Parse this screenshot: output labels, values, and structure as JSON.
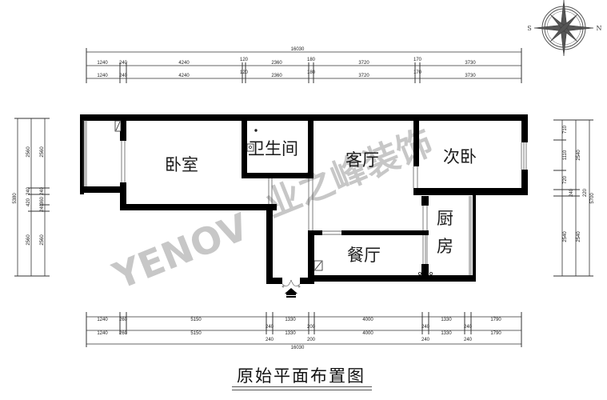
{
  "title": "原始平面布置图",
  "watermark": {
    "latin": "YENOV",
    "cjk": "业之峰装饰"
  },
  "compass": {
    "left_label": "S",
    "right_label": "N"
  },
  "rooms": {
    "master_bedroom": "卧室",
    "bathroom": "卫生间",
    "living_room": "客厅",
    "second_bedroom": "次卧",
    "kitchen": "厨房",
    "dining_room": "餐厅"
  },
  "dimensions": {
    "top": {
      "total": "16030",
      "row1": [
        "1240",
        "240",
        "4240",
        "120",
        "2360",
        "180",
        "3720",
        "170",
        "3730"
      ],
      "row2": [
        "1240",
        "240",
        "4240",
        "120",
        "2360",
        "180",
        "3720",
        "170",
        "3730"
      ]
    },
    "bottom": {
      "total": "16030",
      "row1": [
        "1240",
        "260",
        "5150",
        "1330",
        "4000",
        "1330",
        "1790"
      ],
      "row2": [
        "1240",
        "260",
        "5150",
        "240",
        "1330",
        "200",
        "4000",
        "240",
        "1330",
        "240",
        "1790"
      ],
      "row3": [
        "240",
        "200",
        "240",
        "240"
      ]
    },
    "left": {
      "total": "5380",
      "col2": [
        "2560",
        "240",
        "420",
        "240",
        "2560"
      ],
      "col3": [
        "2560",
        "240",
        "360",
        "240",
        "2560"
      ]
    },
    "right": {
      "total": "5700",
      "col1": [
        "710",
        "1110",
        "720",
        "2540"
      ],
      "col2": [
        "2540",
        "240",
        "2540"
      ],
      "col3": [
        "220"
      ]
    }
  },
  "entry_label": "入口"
}
